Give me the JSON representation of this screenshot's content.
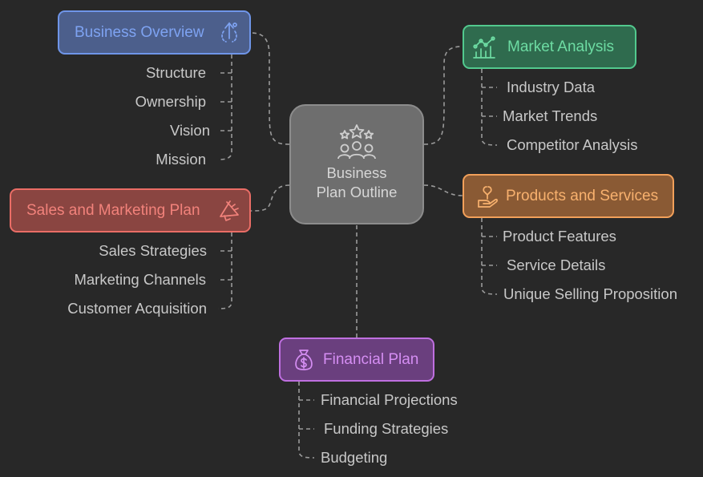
{
  "center": {
    "label_line1": "Business",
    "label_line2": "Plan Outline"
  },
  "colors": {
    "background": "#282828",
    "connector": "#9a9a9a",
    "business_overview": {
      "fill": "#4c5f8c",
      "border": "#6f95e8",
      "text": "#7ea3f2"
    },
    "market_analysis": {
      "fill": "#2f6b4e",
      "border": "#52c98e",
      "text": "#6ddca3"
    },
    "sales_marketing": {
      "fill": "#8a4541",
      "border": "#ea6d66",
      "text": "#f2827b"
    },
    "products_services": {
      "fill": "#8a5a34",
      "border": "#f2a05a",
      "text": "#f8b16e"
    },
    "financial_plan": {
      "fill": "#6a3f7e",
      "border": "#bf6fe0",
      "text": "#d58ef3"
    }
  },
  "branches": {
    "business_overview": {
      "title": "Business Overview",
      "icon": "rocket-dashed-icon",
      "items": [
        "Structure",
        "Ownership",
        "Vision",
        "Mission"
      ]
    },
    "market_analysis": {
      "title": "Market Analysis",
      "icon": "chart-growth-icon",
      "items": [
        "Industry Data",
        "Market Trends",
        "Competitor Analysis"
      ]
    },
    "sales_marketing": {
      "title": "Sales and Marketing Plan",
      "icon": "megaphone-icon",
      "items": [
        "Sales Strategies",
        "Marketing Channels",
        "Customer Acquisition"
      ]
    },
    "products_services": {
      "title": "Products and Services",
      "icon": "hand-wrench-icon",
      "items": [
        "Product Features",
        "Service Details",
        "Unique Selling Proposition"
      ]
    },
    "financial_plan": {
      "title": "Financial Plan",
      "icon": "money-bag-icon",
      "items": [
        "Financial Projections",
        "Funding Strategies",
        "Budgeting"
      ]
    }
  }
}
